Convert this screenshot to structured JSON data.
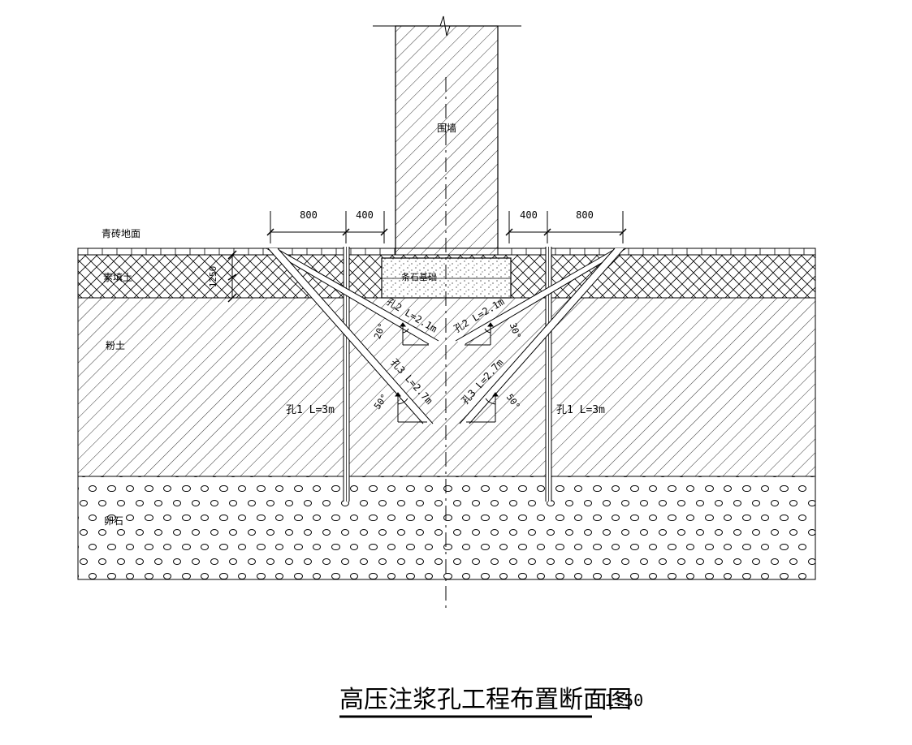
{
  "title": "高压注浆孔工程布置断面图",
  "scale": "1:50",
  "wall_label": "围墙",
  "foundation_label": "条石基础",
  "layers": {
    "surface": "青砖地面",
    "fill": "素填土",
    "silt": "粉土",
    "gravel": "卵石"
  },
  "fill_thickness": "1250",
  "dimensions": {
    "left_outer": "800",
    "left_inner": "400",
    "right_inner": "400",
    "right_outer": "800"
  },
  "holes": {
    "left_vertical": "孔1 L=3m",
    "right_vertical": "孔1 L=3m",
    "left_upper": "孔2 L=2.1m",
    "right_upper": "孔2 L=2.1m",
    "left_lower": "孔3 L=2.7m",
    "right_lower": "孔3 L=2.7m"
  },
  "angles": {
    "left_upper": "20°",
    "right_upper": "30°",
    "left_lower": "50°",
    "right_lower": "50°"
  }
}
